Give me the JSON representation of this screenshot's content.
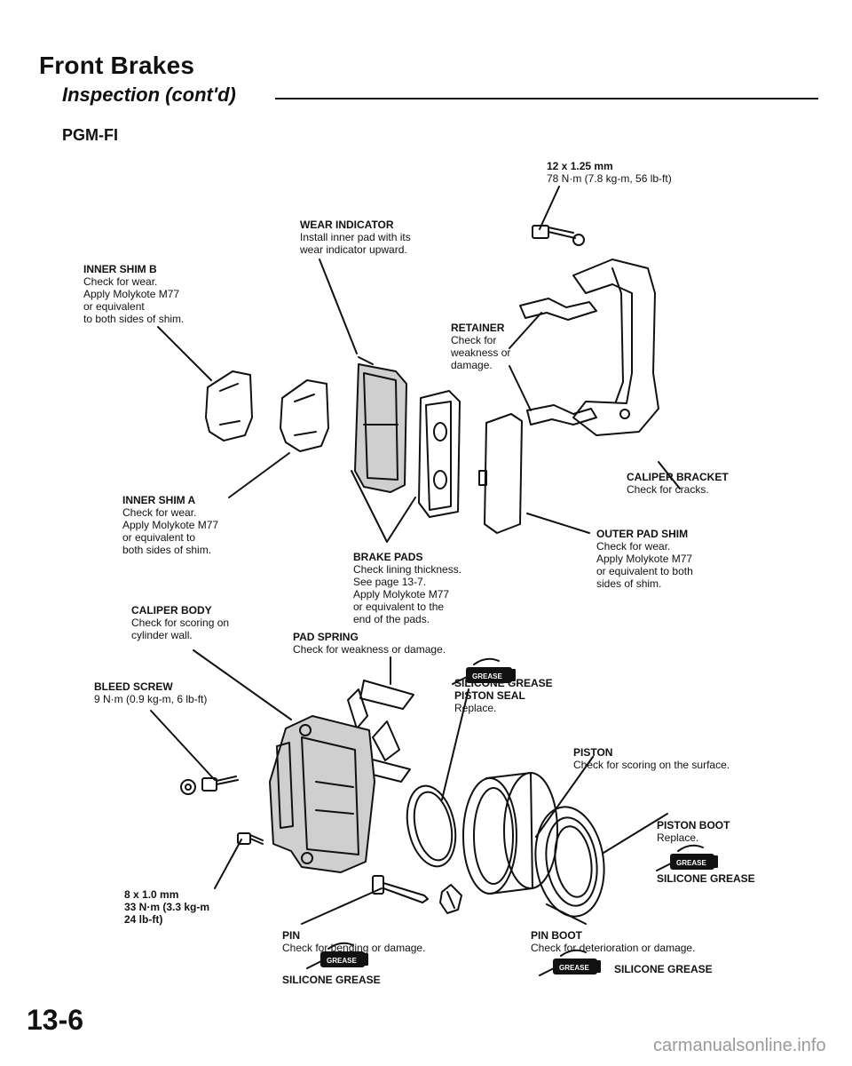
{
  "header": {
    "title": "Front Brakes",
    "subtitle": "Inspection (cont'd)",
    "section": "PGM-FI"
  },
  "labels": {
    "bracket_bolt": {
      "title": "12 x 1.25 mm",
      "lines": [
        "78 N·m (7.8 kg-m, 56 lb-ft)"
      ]
    },
    "wear_indicator": {
      "title": "WEAR INDICATOR",
      "lines": [
        "Install inner pad with its",
        "wear indicator upward."
      ]
    },
    "inner_shim_b": {
      "title": "INNER SHIM B",
      "lines": [
        "Check for wear.",
        "Apply Molykote M77",
        "or equivalent",
        "to both sides of shim."
      ]
    },
    "retainer": {
      "title": "RETAINER",
      "lines": [
        "Check for",
        "weakness or",
        "damage."
      ]
    },
    "caliper_bracket": {
      "title": "CALIPER BRACKET",
      "lines": [
        "Check for cracks."
      ]
    },
    "inner_shim_a": {
      "title": "INNER SHIM A",
      "lines": [
        "Check for wear.",
        "Apply Molykote M77",
        "or equivalent to",
        "both sides of shim."
      ]
    },
    "outer_pad_shim": {
      "title": "OUTER PAD SHIM",
      "lines": [
        "Check for wear.",
        "Apply Molykote M77",
        "or equivalent to both",
        "sides of shim."
      ]
    },
    "brake_pads": {
      "title": "BRAKE PADS",
      "lines": [
        "Check lining thickness.",
        "See page 13-7.",
        "Apply Molykote M77",
        "or equivalent to the",
        "end of the pads."
      ]
    },
    "caliper_body": {
      "title": "CALIPER BODY",
      "lines": [
        "Check for scoring on",
        "cylinder wall."
      ]
    },
    "pad_spring": {
      "title": "PAD SPRING",
      "lines": [
        "Check for weakness or damage."
      ]
    },
    "piston_seal": {
      "grease": "SILICONE GREASE",
      "title": "PISTON SEAL",
      "lines": [
        "Replace."
      ]
    },
    "bleed_screw": {
      "title": "BLEED SCREW",
      "lines": [
        "9 N·m (0.9 kg-m, 6 lb-ft)"
      ]
    },
    "piston": {
      "title": "PISTON",
      "lines": [
        "Check for scoring on the surface."
      ]
    },
    "piston_boot": {
      "title": "PISTON BOOT",
      "lines": [
        "Replace."
      ],
      "grease": "SILICONE GREASE"
    },
    "pin_bolt": {
      "title": "8 x 1.0 mm",
      "lines": [
        "33 N·m (3.3 kg-m",
        "24 lb-ft)"
      ]
    },
    "pin": {
      "title": "PIN",
      "lines": [
        "Check for bending or damage."
      ],
      "grease": "SILICONE GREASE"
    },
    "pin_boot": {
      "title": "PIN BOOT",
      "lines": [
        "Check for deterioration or damage."
      ],
      "grease": "SILICONE GREASE"
    }
  },
  "grease_icon_text": "GREASE",
  "page_number": "13-6",
  "watermark": "carmanualsonline.info"
}
